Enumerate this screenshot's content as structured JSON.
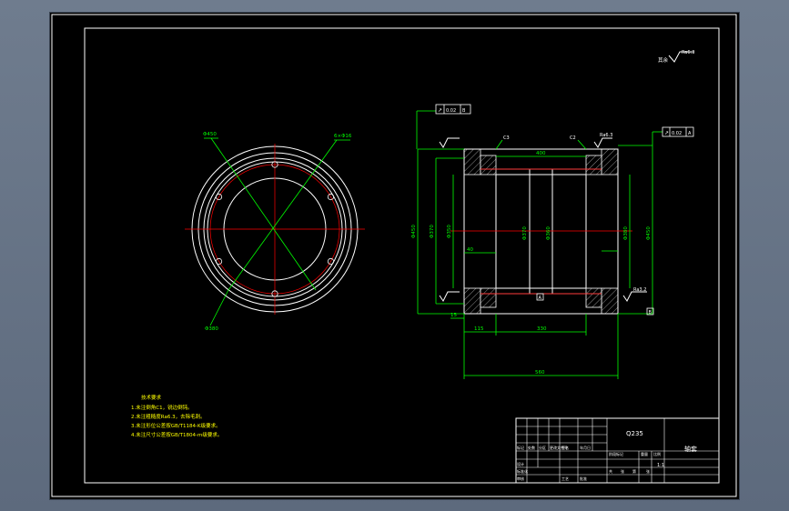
{
  "colors": {
    "background": "#000000",
    "outline": "#ffffff",
    "dimension": "#00ff00",
    "centerline": "#ff0000",
    "notes": "#ffff00",
    "chrome": "#6f7c8e"
  },
  "views": {
    "front": {
      "labels": [
        "Φ450",
        "6×Φ16",
        "Φ380"
      ]
    },
    "section": {
      "labels": {
        "tol_top_left": "0.02",
        "ref_top_left": "B",
        "tol_top_right": "0.02",
        "ref_top_right": "A",
        "chamfer_left": "C3",
        "chamfer_right": "C2",
        "dia_outer_left": "Φ450",
        "dia_mid_left": "Φ370",
        "dia_inner": "Φ350",
        "dia_right": "Φ450",
        "dia_mid_right": "Φ380",
        "dim_top": "400",
        "dim_center_a": "Φ370",
        "dim_center_b": "Φ360",
        "dim_small": "40",
        "datum_a": "A",
        "datum_b": "B",
        "dim_bottom_left": "115",
        "dim_bottom_mid": "330",
        "dim_overall": "560",
        "dim_left_small": "15",
        "rough_right": "Ra3.2",
        "rough_top_right": "Ra6.3"
      }
    }
  },
  "corner_roughness": {
    "prefix": "其余",
    "value": "Ra6.3"
  },
  "notes": {
    "title": "技术要求",
    "items": [
      "1.未注倒角C1，锐边倒钝。",
      "2.未注粗糙度Ra6.3，去除毛刺。",
      "3.未注形位公差按GB/T1184-K级要求。",
      "4.未注尺寸公差按GB/T1804-m级要求。"
    ]
  },
  "title_block": {
    "material": "Q235",
    "part_name": "轴套",
    "scale": "1:1",
    "labels": [
      "标记",
      "处数",
      "分区",
      "更改文件号",
      "签名",
      "年月日",
      "设计",
      "审核",
      "阶段标记",
      "重量",
      "比例",
      "共",
      "张",
      "第",
      "张",
      "标准化",
      "工艺",
      "批准"
    ]
  }
}
